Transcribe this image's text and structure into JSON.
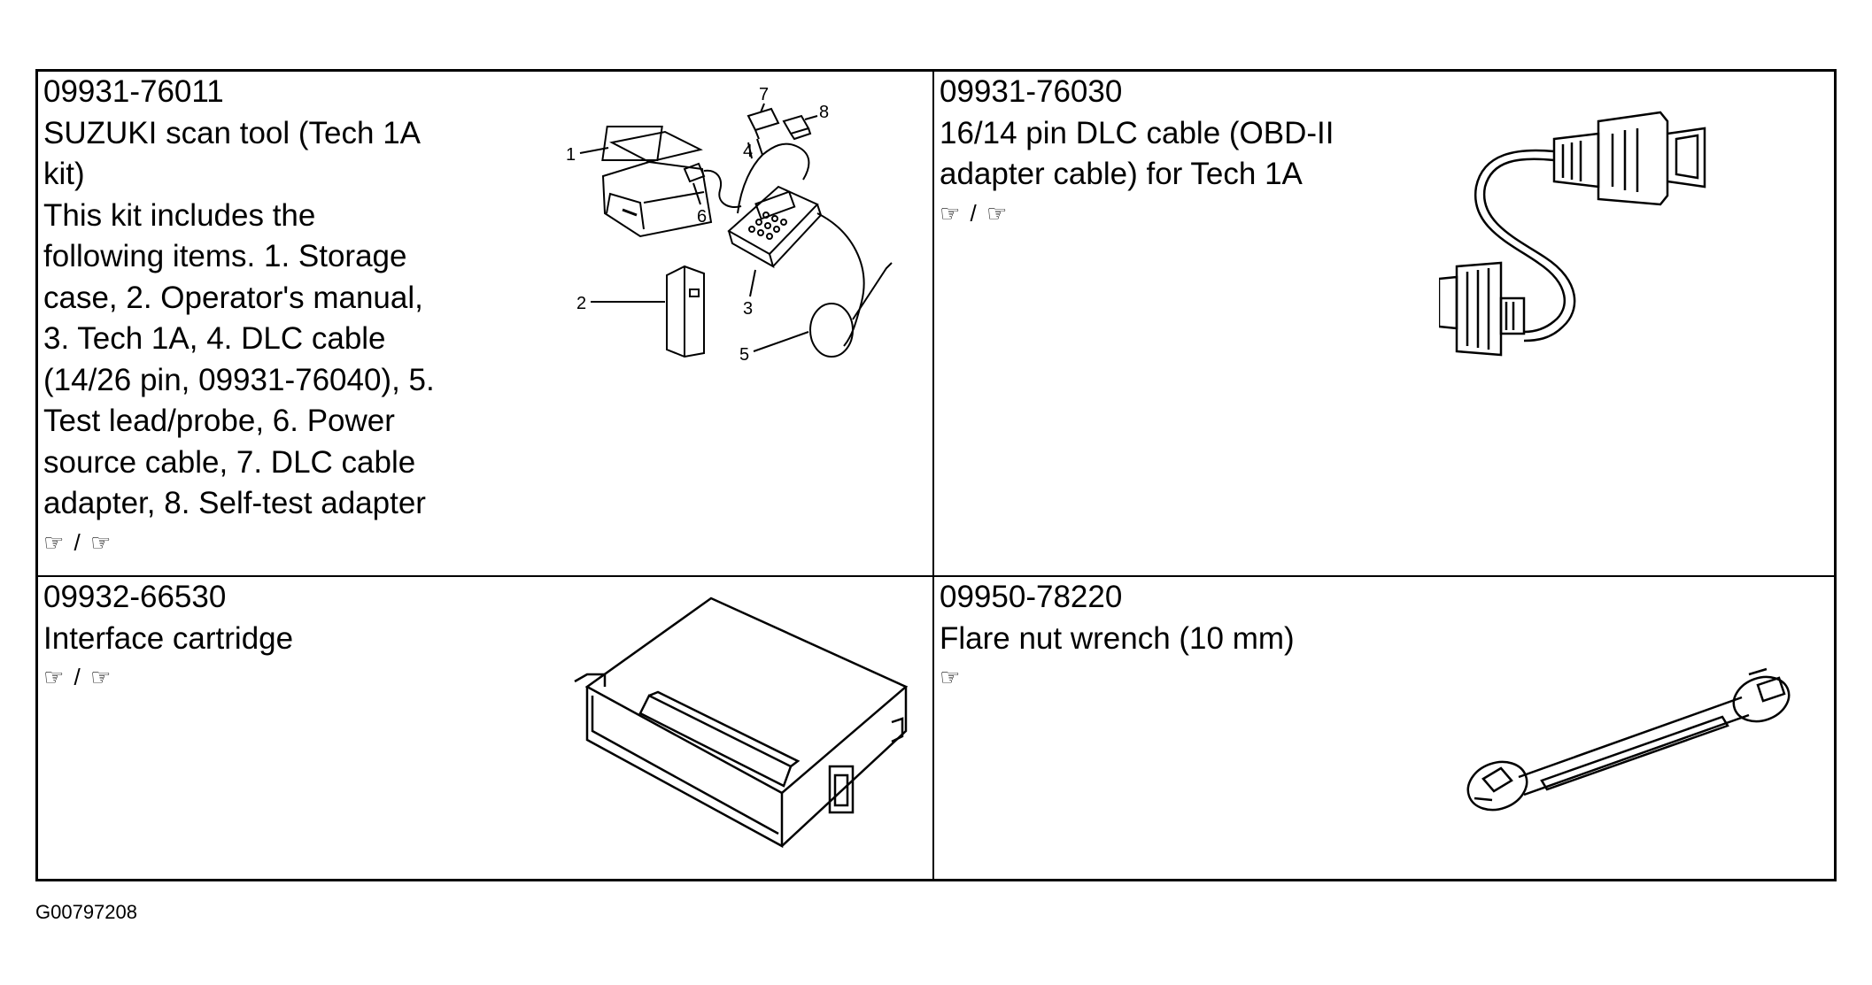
{
  "tools": [
    {
      "part_number": "09931-76011",
      "title_lines": [
        "SUZUKI scan tool (Tech 1A",
        "kit)"
      ],
      "description_lines": [
        "This kit includes the",
        "following items. 1. Storage",
        "case, 2. Operator's manual,",
        "3. Tech 1A, 4. DLC cable",
        "(14/26 pin, 09931-76040), 5.",
        "Test lead/probe, 6. Power",
        "source cable, 7. DLC cable",
        "adapter, 8. Self-test adapter"
      ],
      "refs": "☞ / ☞",
      "callouts": [
        "1",
        "2",
        "3",
        "4",
        "5",
        "6",
        "7",
        "8"
      ]
    },
    {
      "part_number": "09931-76030",
      "title_lines": [
        "16/14 pin DLC cable (OBD-II",
        "adapter cable) for Tech 1A"
      ],
      "refs": "☞ / ☞"
    },
    {
      "part_number": "09932-66530",
      "title_lines": [
        "Interface cartridge"
      ],
      "refs": "☞ / ☞"
    },
    {
      "part_number": "09950-78220",
      "title_lines": [
        "Flare nut wrench (10 mm)"
      ],
      "refs": "☞"
    }
  ],
  "figure_code": "G00797208"
}
